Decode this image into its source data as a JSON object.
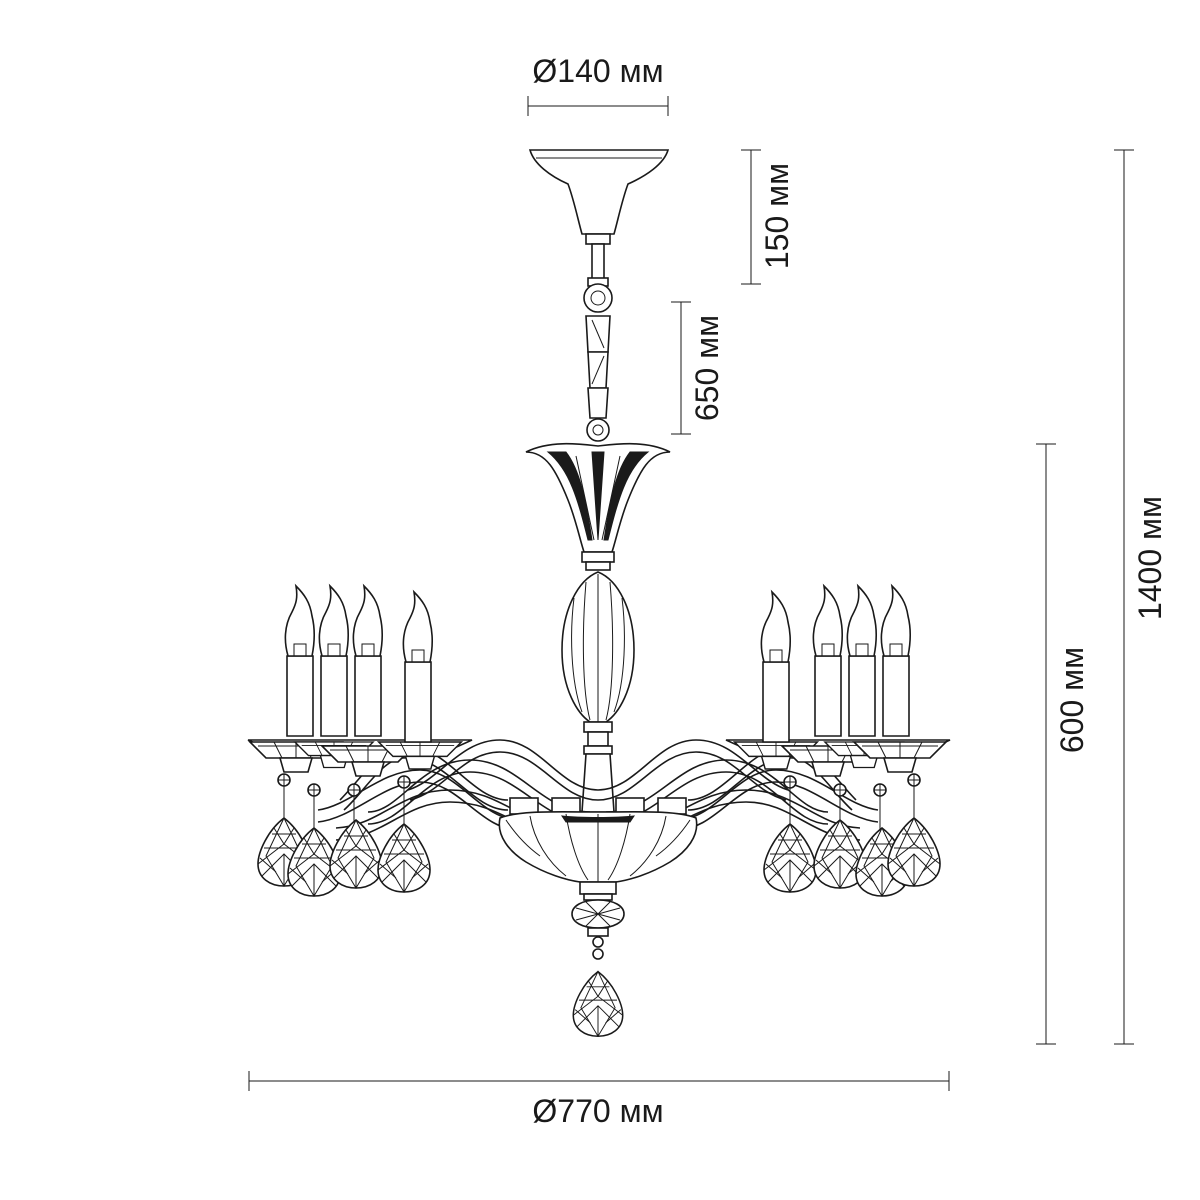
{
  "dimensions": {
    "canopy_diameter": "Ø140 мм",
    "canopy_height": "150 мм",
    "chain_length": "650 мм",
    "body_height": "600 мм",
    "total_height": "1400 мм",
    "overall_diameter": "Ø770 мм"
  },
  "colors": {
    "line": "#1a1a1a",
    "background": "#ffffff"
  }
}
